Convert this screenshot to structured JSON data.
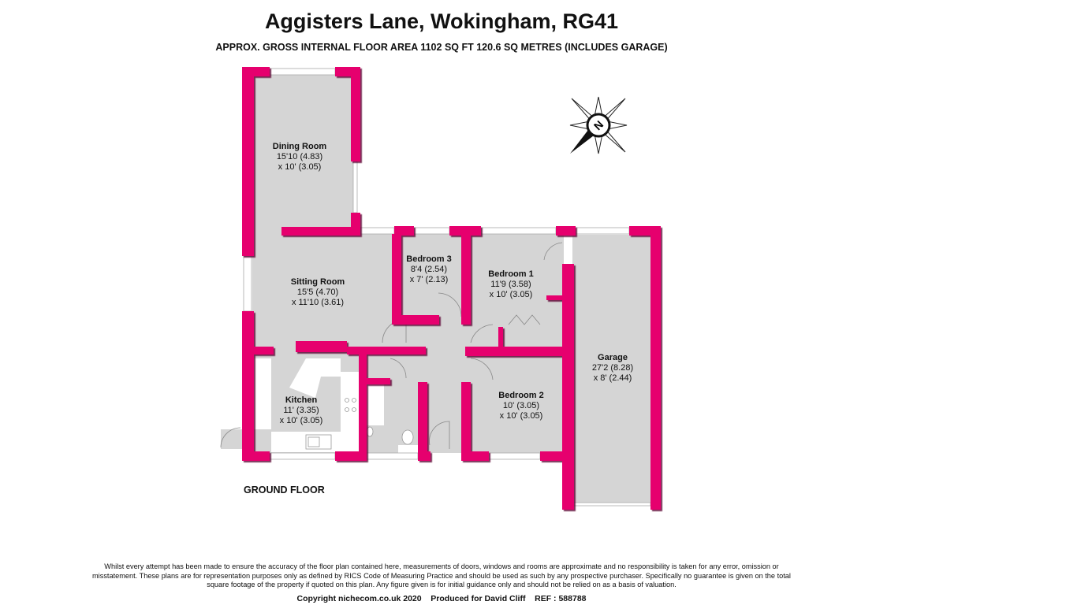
{
  "header": {
    "title": "Aggisters Lane, Wokingham, RG41",
    "subtitle": "APPROX. GROSS INTERNAL FLOOR AREA 1102 SQ FT 120.6 SQ METRES (INCLUDES GARAGE)"
  },
  "rooms": [
    {
      "name": "Dining Room",
      "dim1": "15'10 (4.83)",
      "dim2": "x 10' (3.05)"
    },
    {
      "name": "Sitting Room",
      "dim1": "15'5 (4.70)",
      "dim2": "x 11'10 (3.61)"
    },
    {
      "name": "Bedroom 3",
      "dim1": "8'4 (2.54)",
      "dim2": "x 7' (2.13)"
    },
    {
      "name": "Bedroom 1",
      "dim1": "11'9 (3.58)",
      "dim2": "x 10' (3.05)"
    },
    {
      "name": "Garage",
      "dim1": "27'2 (8.28)",
      "dim2": "x 8' (2.44)"
    },
    {
      "name": "Bedroom 2",
      "dim1": "10' (3.05)",
      "dim2": "x 10' (3.05)"
    },
    {
      "name": "Kitchen",
      "dim1": "11' (3.35)",
      "dim2": "x 10' (3.05)"
    }
  ],
  "compass": {
    "label": "N",
    "icon": "north-compass-icon"
  },
  "floor_label": "GROUND FLOOR",
  "footer": {
    "disclaimer": "Whilst every attempt has been made to ensure the accuracy of the floor plan contained here, measurements of doors, windows and rooms are approximate and no responsibility is taken for any error, omission or misstatement. These plans are for representation purposes only as defined by RICS Code of Measuring Practice and should be used as such by any prospective purchaser. Specifically no guarantee is given on the total square footage of the property if quoted on this plan. Any figure given is for initial guidance only and should not be relied on as a basis of valuation.",
    "copyright": "Copyright nichecom.co.uk 2020    Produced for David Cliff    REF : 588788"
  },
  "colors": {
    "wall": "#e6006e",
    "floor": "#d5d5d5",
    "wall_shadow": "#5a0030"
  }
}
